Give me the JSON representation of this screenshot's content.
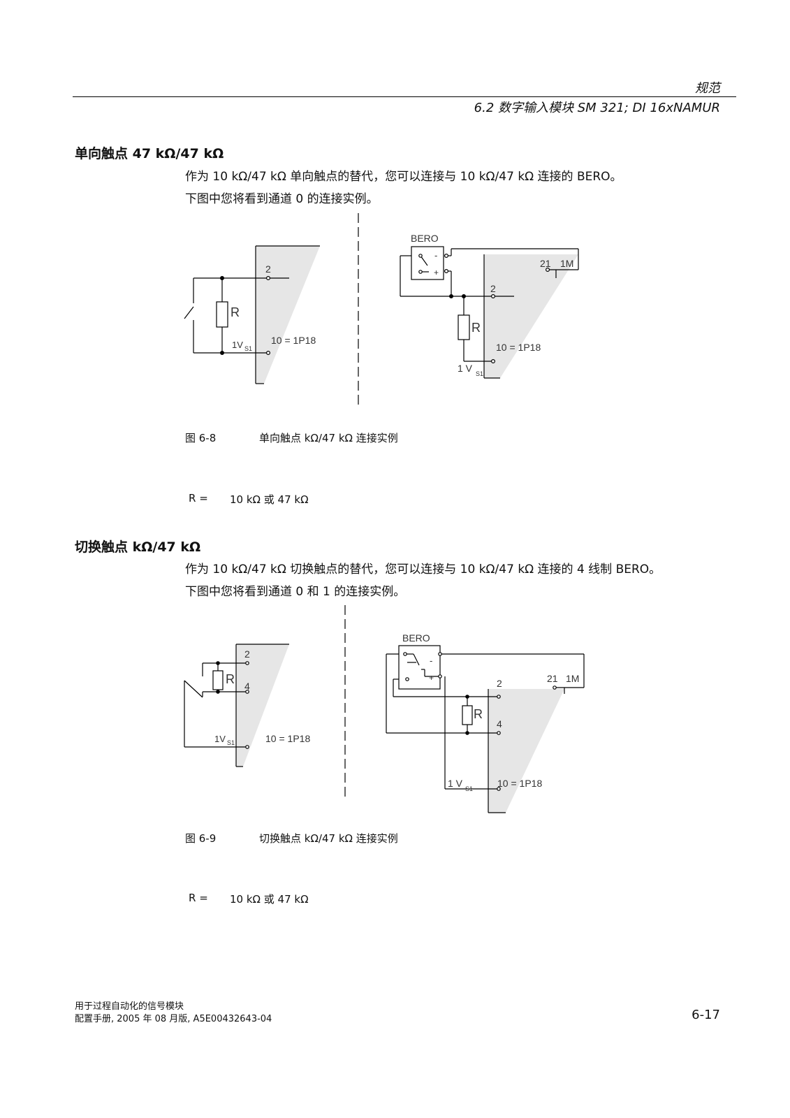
{
  "header": {
    "chapter": "规范",
    "section": "6.2 数字输入模块 SM 321; DI 16xNAMUR"
  },
  "section1": {
    "title": "单向触点 47 kΩ/47 kΩ",
    "para1": "作为 10 kΩ/47 kΩ 单向触点的替代，您可以连接与 10 kΩ/47 kΩ 连接的 BERO。",
    "para2": "下图中您将看到通道 0 的连接实例。",
    "figure": {
      "number": "图 6-8",
      "caption": "单向触点 kΩ/47 kΩ 连接实例",
      "left": {
        "terminal_top": "2",
        "resistor": "R",
        "supply": "1V",
        "supply_sub": "S1",
        "terminal_bottom": "10 = 1P18"
      },
      "right": {
        "sensor": "BERO",
        "minus": "-",
        "plus": "+",
        "t21": "21",
        "t1m": "1M",
        "terminal_top": "2",
        "resistor": "R",
        "terminal_bottom": "10 = 1P18",
        "supply": "1 V",
        "supply_sub": "S1"
      }
    },
    "r_label": "R =",
    "r_value": "10 kΩ 或 47 kΩ"
  },
  "section2": {
    "title": "切换触点 kΩ/47 kΩ",
    "para1": "作为 10 kΩ/47 kΩ 切换触点的替代，您可以连接与 10 kΩ/47 kΩ 连接的 4 线制 BERO。",
    "para2": "下图中您将看到通道 0 和 1 的连接实例。",
    "figure": {
      "number": "图 6-9",
      "caption": "切换触点 kΩ/47 kΩ 连接实例",
      "left": {
        "terminal_2": "2",
        "resistor": "R",
        "terminal_4": "4",
        "supply": "1V",
        "supply_sub": "S1",
        "terminal_bottom": "10 = 1P18"
      },
      "right": {
        "sensor": "BERO",
        "minus": "-",
        "plus": "+",
        "terminal_2": "2",
        "t21": "21",
        "t1m": "1M",
        "resistor": "R",
        "terminal_4": "4",
        "supply": "1 V",
        "supply_sub": "S1",
        "terminal_bottom": "10 = 1P18"
      }
    },
    "r_label": "R =",
    "r_value": "10 kΩ 或 47 kΩ"
  },
  "footer": {
    "line1": "用于过程自动化的信号模块",
    "line2": "配置手册, 2005 年 08 月版, A5E00432643-04",
    "page_number": "6-17"
  }
}
